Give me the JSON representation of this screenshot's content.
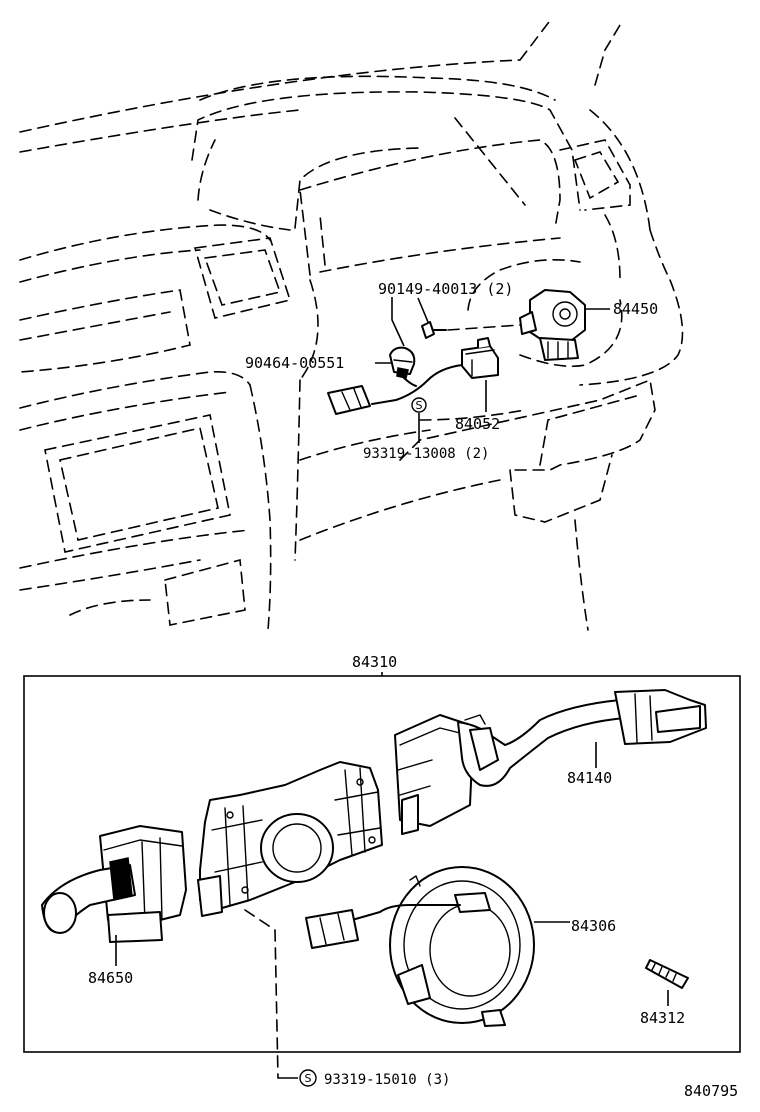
{
  "diagram": {
    "part_labels": {
      "p90149": "90149-40013 (2)",
      "p84450": "84450",
      "p90464": "90464-00551",
      "p84052": "84052",
      "p93319a": "93319-13008 (2)",
      "p84310": "84310",
      "p84140": "84140",
      "p84306": "84306",
      "p84650": "84650",
      "p84312": "84312",
      "p93319b": "93319-15010 (3)"
    },
    "washer_symbol": "S",
    "figure_code": "840795"
  }
}
